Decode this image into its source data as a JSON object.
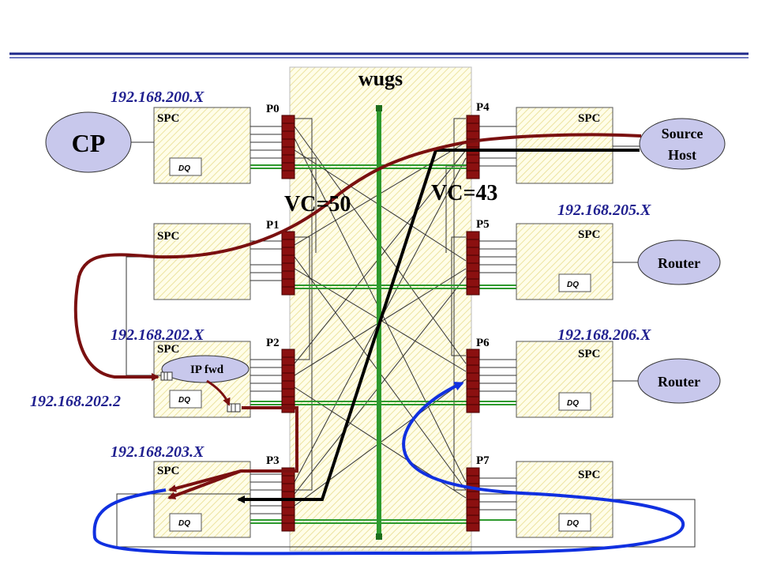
{
  "title": "wugs",
  "cp_label": "CP",
  "source_host": {
    "line1": "Source",
    "line2": "Host"
  },
  "routers": [
    "Router",
    "Router"
  ],
  "ports": {
    "p0": "P0",
    "p1": "P1",
    "p2": "P2",
    "p3": "P3",
    "p4": "P4",
    "p5": "P5",
    "p6": "P6",
    "p7": "P7"
  },
  "spc_label": "SPC",
  "dq_label": "DQ",
  "ip_fwd": "IP fwd",
  "vc_left": "VC=50",
  "vc_right": "VC=43",
  "ips": {
    "p0": "192.168.200.X",
    "p2": "192.168.202.X",
    "p2_host": "192.168.202.2",
    "p3": "192.168.203.X",
    "p5": "192.168.205.X",
    "p6": "192.168.206.X"
  },
  "colors": {
    "header_rule": "#1f2a8a",
    "port_block": "#8b1010",
    "vc50_path": "#7a1010",
    "vc43_path": "#000000",
    "blue_loop": "#1030e0",
    "bus": "#2e9a2e",
    "spc_fill": "#fffde0",
    "wugs_fill": "#fffdf2",
    "cp_fill": "#c8c8ec"
  }
}
